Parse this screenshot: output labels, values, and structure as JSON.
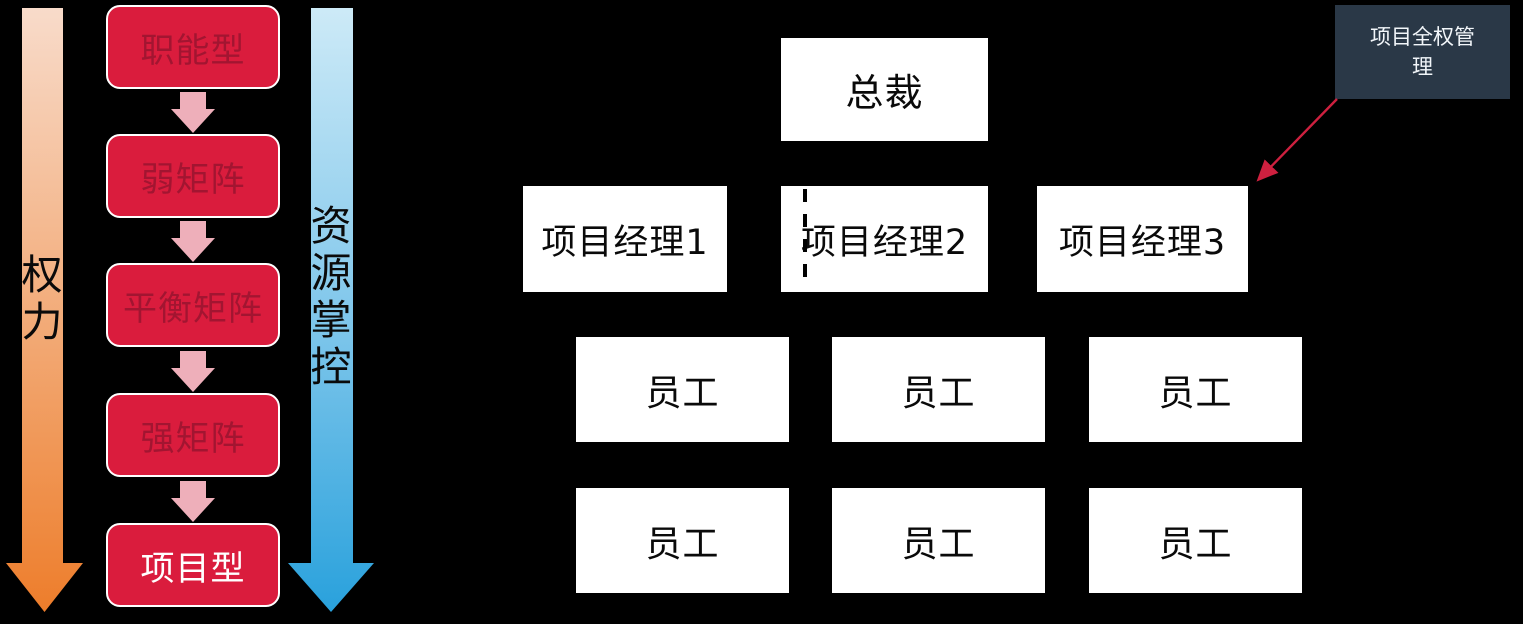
{
  "left_flow": {
    "power_arrow": {
      "label": "权力",
      "gradient_top": "#f8dbca",
      "gradient_bottom": "#ed7d2b"
    },
    "resource_arrow": {
      "label": "资源掌控",
      "gradient_top": "#cdeaf7",
      "gradient_bottom": "#29a1dc"
    },
    "box_fill": "#da1c3d",
    "box_text_color": "#a21531",
    "final_box_text_color": "#ffffff",
    "connector_color": "#eeafba",
    "boxes": [
      {
        "label": "职能型"
      },
      {
        "label": "弱矩阵"
      },
      {
        "label": "平衡矩阵"
      },
      {
        "label": "强矩阵"
      },
      {
        "label": "项目型"
      }
    ]
  },
  "org_chart": {
    "president": {
      "label": "总裁"
    },
    "managers": [
      {
        "label": "项目经理1"
      },
      {
        "label": "项目经理2"
      },
      {
        "label": "项目经理3"
      }
    ],
    "employees": [
      "员工",
      "员工",
      "员工",
      "员工",
      "员工",
      "员工"
    ]
  },
  "callout": {
    "label": "项目全权管理",
    "bg_color": "#2a3847",
    "arrow_color": "#ce203f"
  }
}
